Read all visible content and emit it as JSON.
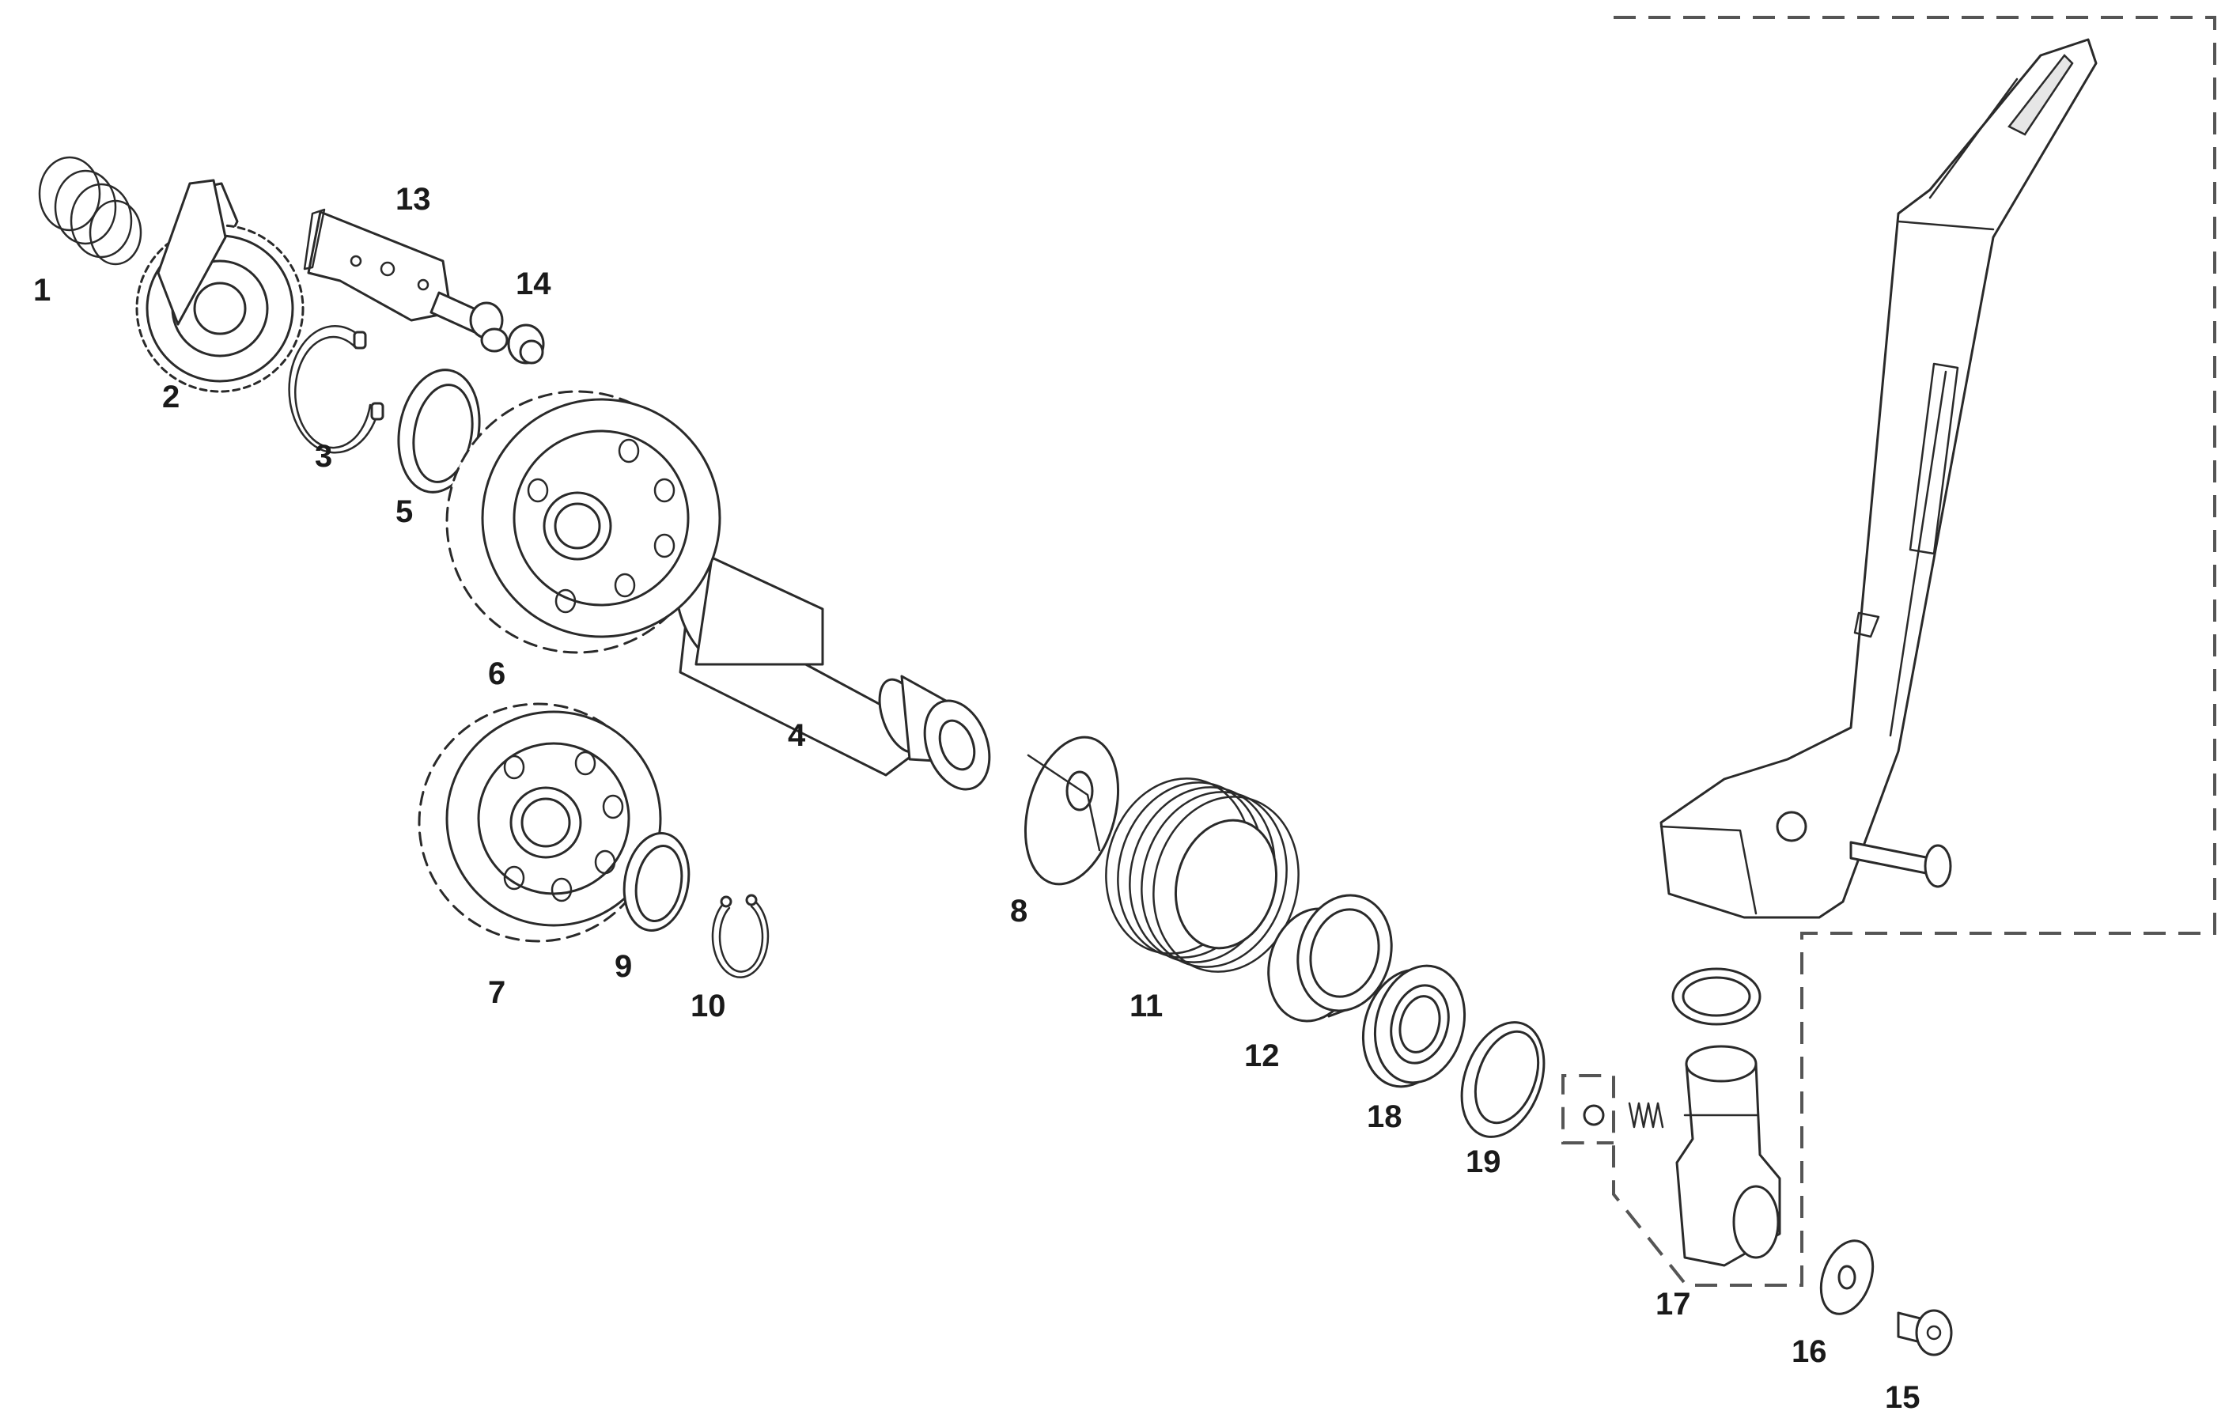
{
  "diagram": {
    "parts": [
      {
        "id": "1",
        "label": "1"
      },
      {
        "id": "2",
        "label": "2"
      },
      {
        "id": "3",
        "label": "3"
      },
      {
        "id": "4",
        "label": "4"
      },
      {
        "id": "5",
        "label": "5"
      },
      {
        "id": "6",
        "label": "6"
      },
      {
        "id": "7",
        "label": "7"
      },
      {
        "id": "8",
        "label": "8"
      },
      {
        "id": "9",
        "label": "9"
      },
      {
        "id": "10",
        "label": "10"
      },
      {
        "id": "11",
        "label": "11"
      },
      {
        "id": "12",
        "label": "12"
      },
      {
        "id": "13",
        "label": "13"
      },
      {
        "id": "14",
        "label": "14"
      },
      {
        "id": "15",
        "label": "15"
      },
      {
        "id": "16",
        "label": "16"
      },
      {
        "id": "17",
        "label": "17"
      },
      {
        "id": "18",
        "label": "18"
      },
      {
        "id": "19",
        "label": "19"
      }
    ]
  },
  "colors": {
    "line": "#2a2a2a",
    "background": "#ffffff",
    "assembly_outline": "#555555"
  }
}
